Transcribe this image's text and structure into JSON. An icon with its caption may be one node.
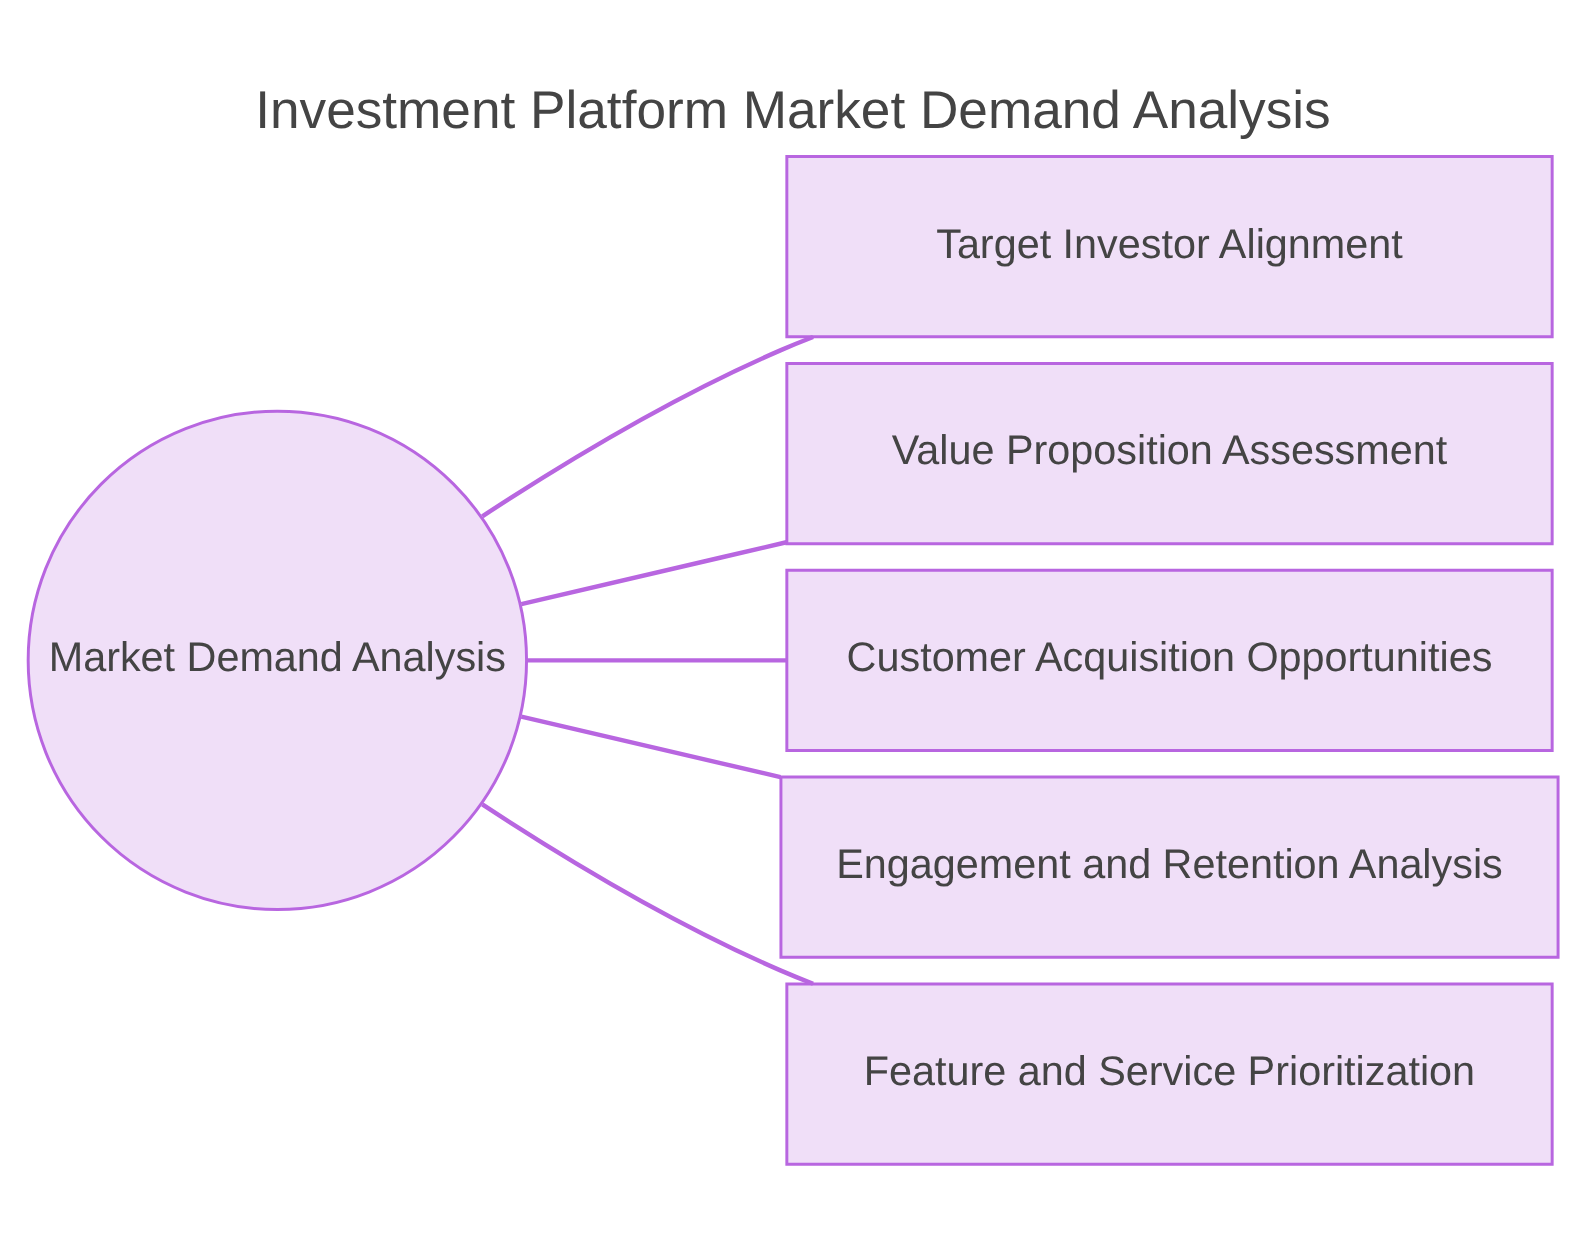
{
  "diagram": {
    "title": "Investment Platform Market Demand Analysis",
    "nodes": [
      {
        "text": [
          "Market Demand Analysis"
        ]
      },
      {
        "text": [
          "Target Investor Alignment"
        ]
      },
      {
        "text": [
          "Value Proposition Assessment"
        ]
      },
      {
        "text": [
          "Customer Acquisition Opportunities"
        ]
      },
      {
        "text": [
          "Engagement and Retention Analysis"
        ]
      },
      {
        "text": [
          "Feature and Service Prioritization"
        ]
      }
    ],
    "edges": [
      {
        "from": 0,
        "to": 1,
        "arrow": "none"
      },
      {
        "from": 0,
        "to": 2,
        "arrow": "none"
      },
      {
        "from": 0,
        "to": 3,
        "arrow": "none"
      },
      {
        "from": 0,
        "to": 4,
        "arrow": "none"
      },
      {
        "from": 0,
        "to": 5,
        "arrow": "none"
      }
    ]
  }
}
